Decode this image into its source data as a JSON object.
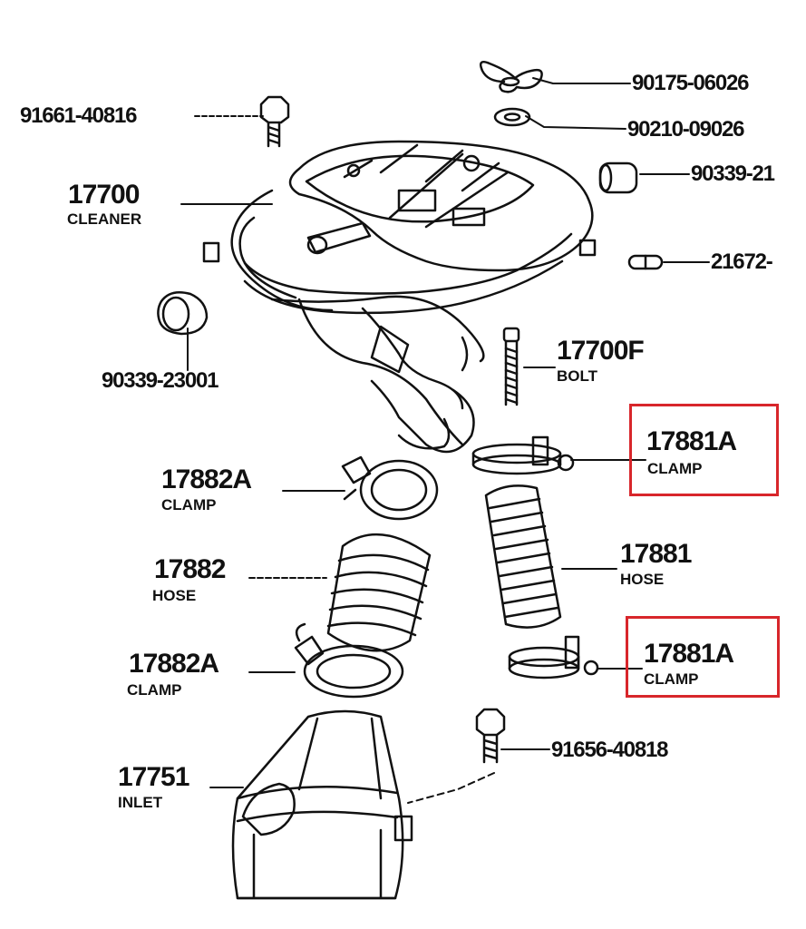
{
  "labels": {
    "wing_nut": "90175-06026",
    "washer": "90210-09026",
    "grommet_right": "90339-21",
    "clip_right": "21672-",
    "bolt_top_left": "91661-40816",
    "cleaner_number": "17700",
    "cleaner_name": "CLEANER",
    "grommet_left": "90339-23001",
    "bolt_number": "17700F",
    "bolt_name": "BOLT",
    "clamp_right_top_number": "17881A",
    "clamp_right_top_name": "CLAMP",
    "clamp_left_top_number": "17882A",
    "clamp_left_top_name": "CLAMP",
    "hose_right_number": "17881",
    "hose_right_name": "HOSE",
    "hose_left_number": "17882",
    "hose_left_name": "HOSE",
    "clamp_left_bottom_number": "17882A",
    "clamp_left_bottom_name": "CLAMP",
    "clamp_right_bottom_number": "17881A",
    "clamp_right_bottom_name": "CLAMP",
    "bolt_bottom": "91656-40818",
    "inlet_number": "17751",
    "inlet_name": "INLET"
  },
  "highlight_color": "#d8262b"
}
